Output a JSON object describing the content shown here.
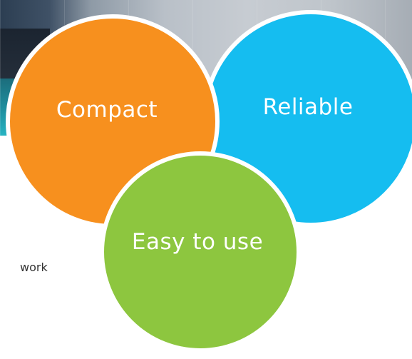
{
  "circles": {
    "compact": "Compact",
    "reliable": "Reliable",
    "easy": "Easy to use"
  },
  "side_text": "work",
  "colors": {
    "compact": "#f7901e",
    "reliable": "#15bdf0",
    "easy": "#8dc63f"
  }
}
